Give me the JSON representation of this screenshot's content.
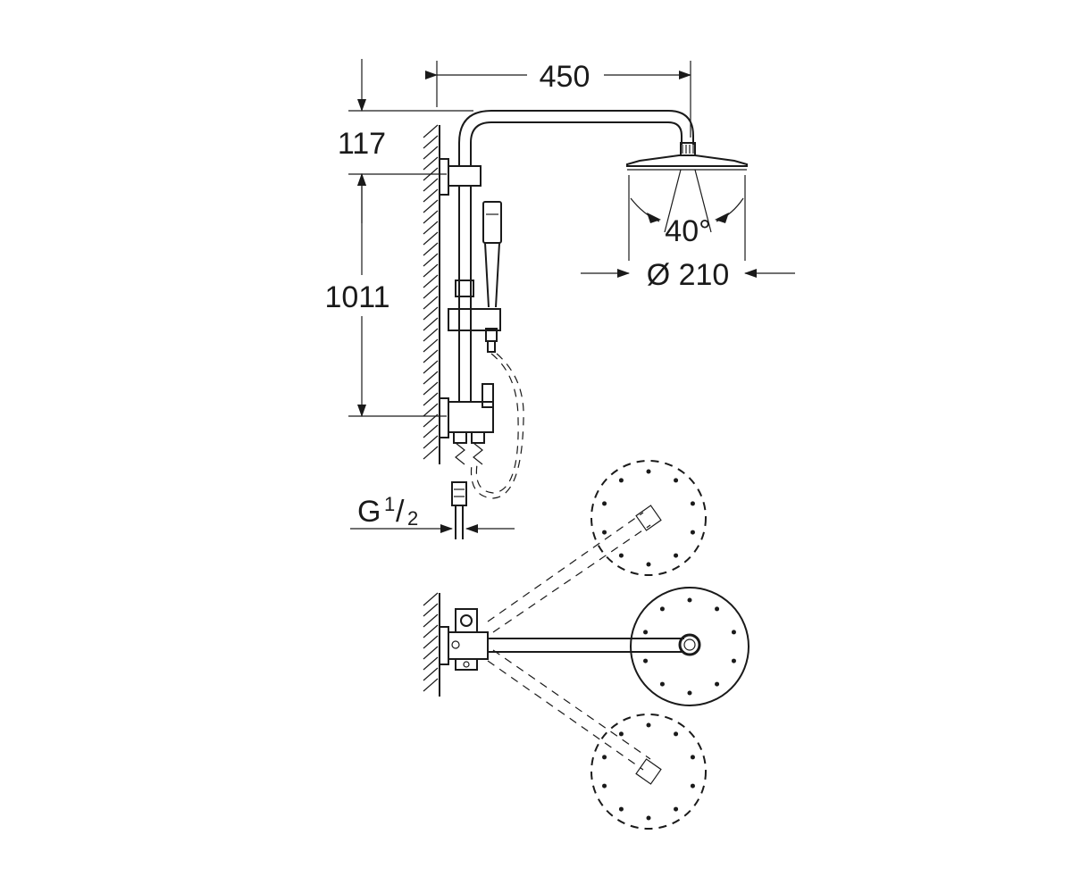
{
  "dimensions": {
    "arm_length": "450",
    "top_offset": "117",
    "rail_height": "1011",
    "spray_angle": "40°",
    "head_diameter": "Ø 210",
    "connection_thread": "G",
    "connection_fraction_num": "1",
    "connection_fraction_den": "2"
  },
  "colors": {
    "line": "#1a1a1a",
    "background": "#ffffff"
  }
}
